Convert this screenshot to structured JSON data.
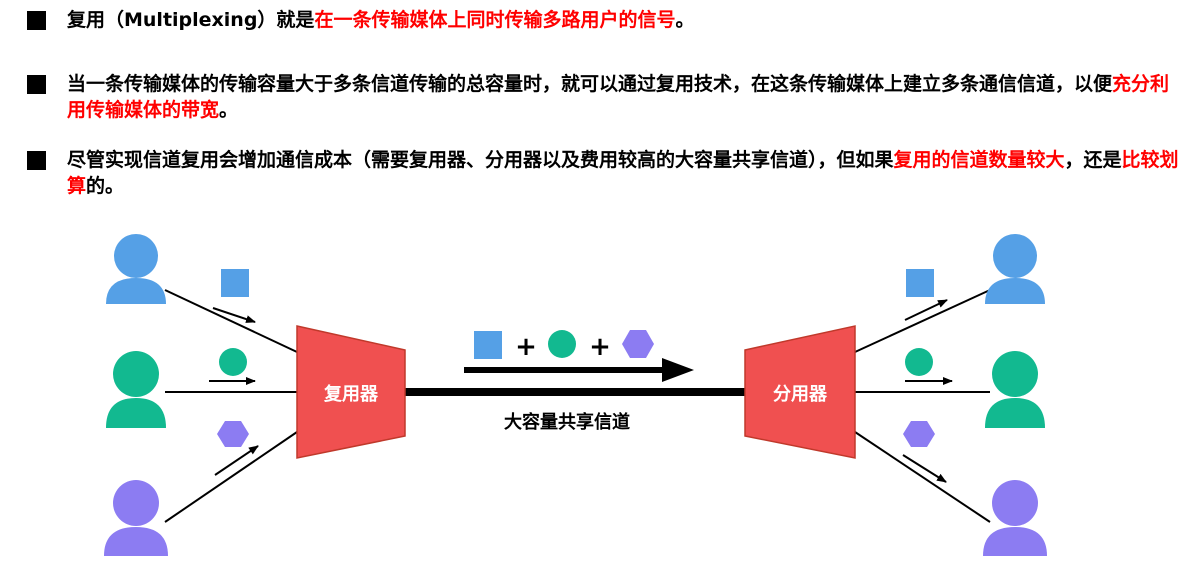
{
  "colors": {
    "text": "#000000",
    "highlight": "#ff0000",
    "device_fill": "#f05050",
    "device_stroke": "#c0392b",
    "blue": "#55a0e6",
    "green": "#12b990",
    "purple": "#8c7cf2",
    "bullet": "#000000"
  },
  "bullets": [
    {
      "parts": [
        {
          "text": "复用（Multiplexing）就是",
          "highlight": false
        },
        {
          "text": "在一条传输媒体上同时传输多路用户的信号",
          "highlight": true
        },
        {
          "text": "。",
          "highlight": false
        }
      ]
    },
    {
      "parts": [
        {
          "text": "当一条传输媒体的传输容量大于多条信道传输的总容量时，就可以通过复用技术，在这条传输媒体上建立多条通信信道，以便",
          "highlight": false
        },
        {
          "text": "充分利用传输媒体的带宽",
          "highlight": true
        },
        {
          "text": "。",
          "highlight": false
        }
      ]
    },
    {
      "parts": [
        {
          "text": "尽管实现信道复用会增加通信成本（需要复用器、分用器以及费用较高的大容量共享信道），但如果",
          "highlight": false
        },
        {
          "text": "复用的信道数量较大",
          "highlight": true
        },
        {
          "text": "，还是",
          "highlight": false
        },
        {
          "text": "比较划算",
          "highlight": true
        },
        {
          "text": "的。",
          "highlight": false
        }
      ]
    }
  ],
  "diagram": {
    "multiplexer_label": "复用器",
    "demultiplexer_label": "分用器",
    "channel_label": "大容量共享信道",
    "plus_sign": "+",
    "users": [
      "blue",
      "green",
      "purple"
    ],
    "signal_shapes": [
      "square-icon",
      "circle-icon",
      "hexagon-icon"
    ]
  }
}
